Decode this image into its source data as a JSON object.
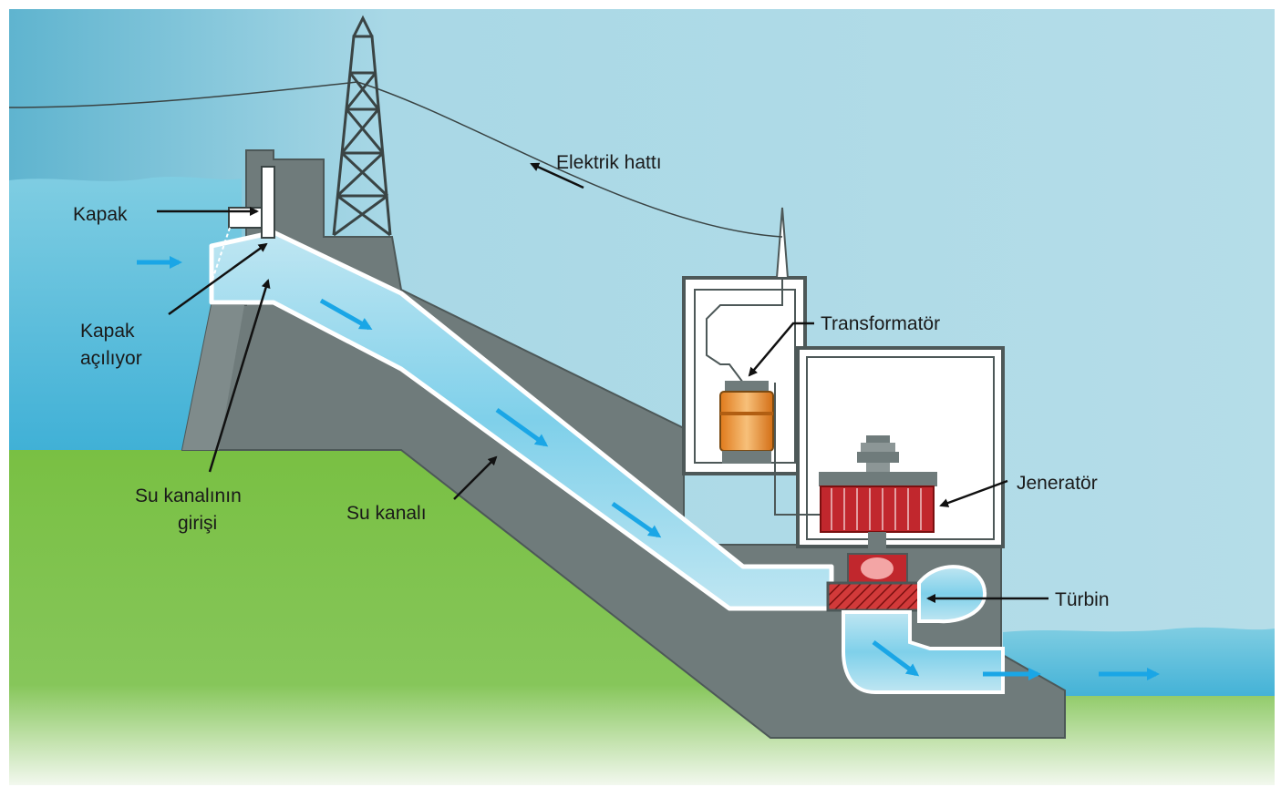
{
  "labels": {
    "gate": "Kapak",
    "gate_opening_1": "Kapak",
    "gate_opening_2": "açılıyor",
    "intake_1": "Su kanalının",
    "intake_2": "girişi",
    "penstock": "Su kanalı",
    "power_line": "Elektrik hattı",
    "transformer": "Transformatör",
    "generator": "Jeneratör",
    "turbine": "Türbin"
  },
  "colors": {
    "sky": "#a8d8e4",
    "water": "#5bbcd9",
    "ground": "#7cc04a",
    "concrete": "#6e7a7a",
    "concrete_dark": "#4f5a5a",
    "flow_arrow": "#1aa6e6",
    "generator": "#c1272d",
    "transformer": "#f0a03c"
  }
}
